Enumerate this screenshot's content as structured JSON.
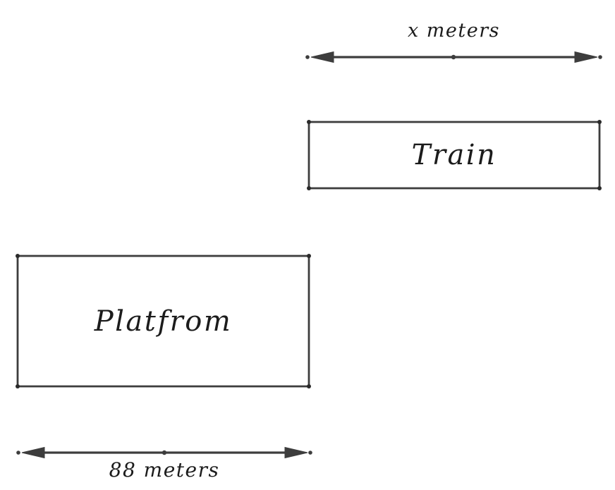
{
  "diagram": {
    "title_implied": "Train and platform length diagram",
    "colors": {
      "background": "#ffffff",
      "line": "#3d3d3d",
      "text": "#1c1c1c"
    },
    "train_box": {
      "label": "Train"
    },
    "platform_box": {
      "label": "Platfrom"
    },
    "train_dimension": {
      "label": "x meters"
    },
    "platform_dimension": {
      "label": "88 meters"
    }
  }
}
